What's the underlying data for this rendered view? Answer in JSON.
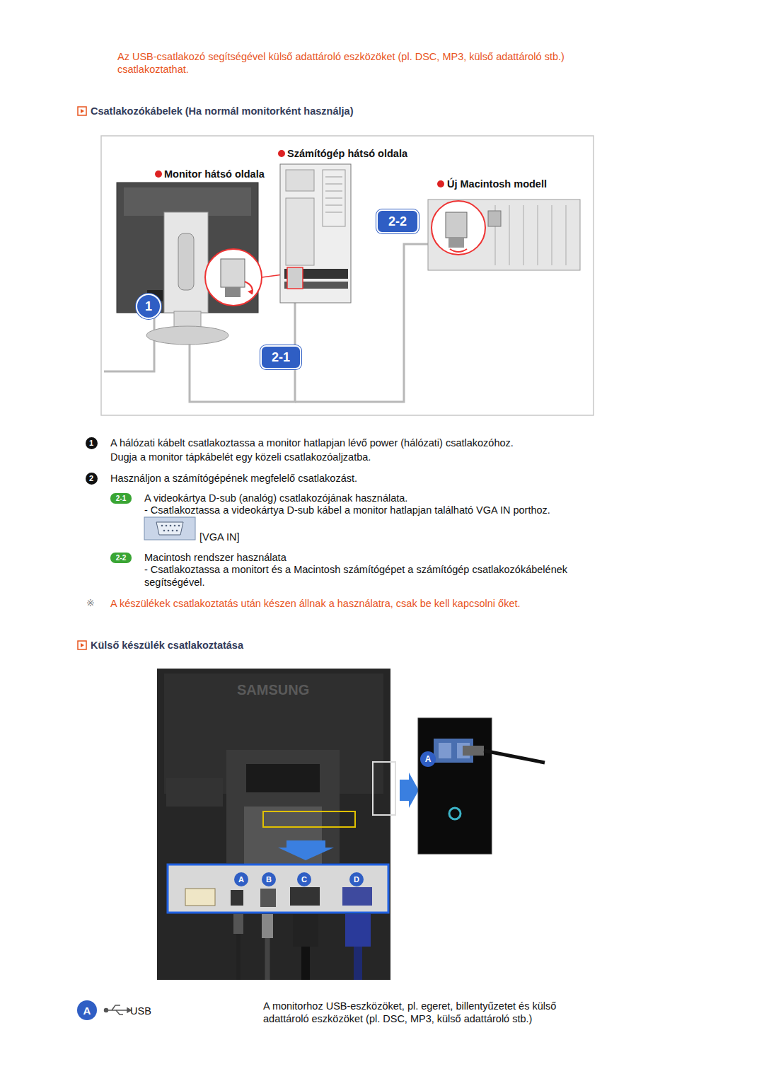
{
  "diagram": {
    "nodes": [
      {
        "text": [
          "1"
        ]
      },
      {
        "text": [
          "2-2"
        ]
      },
      {
        "text": [
          "2-1"
        ]
      },
      {
        "text": [
          "1"
        ]
      },
      {
        "text": [
          "2"
        ]
      },
      {
        "text": [
          "2-1"
        ]
      },
      {
        "text": [
          "2-2"
        ]
      },
      {
        "text": [
          "A"
        ]
      },
      {
        "text": [
          "A"
        ]
      },
      {
        "text": [
          "B"
        ]
      },
      {
        "text": [
          "C"
        ]
      },
      {
        "text": [
          "D"
        ]
      },
      {
        "text": [
          "A"
        ]
      }
    ],
    "labels": [
      "Az USB-csatlakozó segítségével külső adattároló eszközöket (pl. DSC, MP3, külső adattároló stb.) csatlakoztathat.",
      "Csatlakozókábelek (Ha normál monitorként használja)",
      "Számítógép hátsó oldala",
      "Monitor hátsó oldala",
      "Új Macintosh modell",
      "A hálózati kábelt csatlakoztassa a monitor hatlapjan lévő power (hálózati) csatlakozóhoz.",
      "Dugja a monitor tápkábelét egy közeli csatlakozóaljzatba.",
      "Használjon a számítógépének megfelelő csatlakozást.",
      "A videokártya D-sub (analóg) csatlakozójának használata.",
      "- Csatlakoztassa a videokártya D-sub kábel a monitor hatlapjan található VGA IN porthoz.",
      "[VGA IN]",
      "Macintosh rendszer használata",
      "- Csatlakoztassa a monitort és a Macintosh számítógépet a számítógép csatlakozókábelének segítségével.",
      "※",
      "A készülékek csatlakoztatás után készen állnak a használatra, csak be kell kapcsolni őket.",
      "Külső készülék csatlakoztatása",
      "SAMSUNG",
      "USB",
      "A monitorhoz USB-eszközöket, pl. egeret, billentyűzetet és külső adattároló eszközöket (pl. DSC, MP3, külső adattároló stb.)"
    ]
  }
}
